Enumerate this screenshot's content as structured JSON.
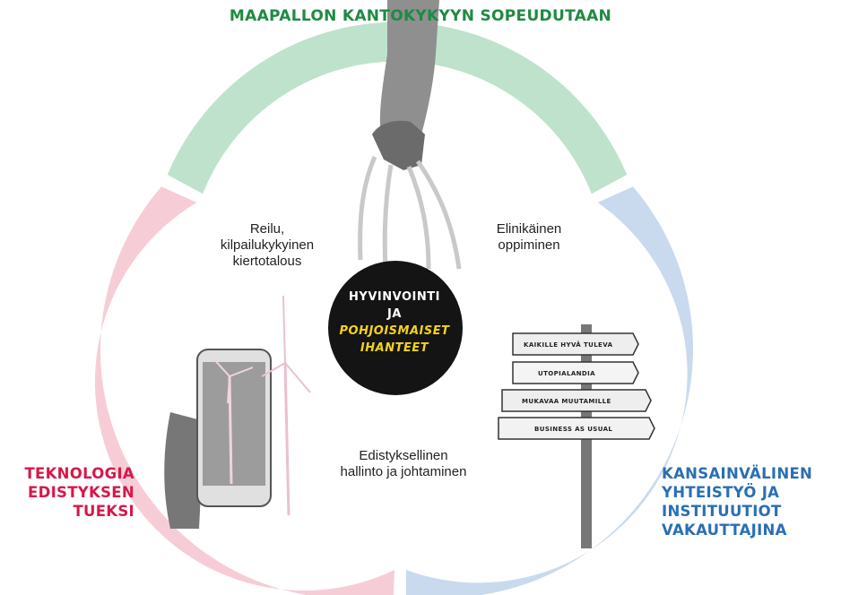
{
  "title_top": "MAAPALLON KANTOKYKYYN SOPEUDUTAAN",
  "title_left": [
    "TEKNOLOGIA",
    "EDISTYKSEN",
    "TUEKSI"
  ],
  "title_right": [
    "KANSAINVÄLINEN",
    "YHTEISTYÖ JA",
    "INSTITUUTIOT",
    "VAKAUTTAJINA"
  ],
  "center": {
    "line1": "HYVINVOINTI",
    "line2": "JA",
    "line3": "POHJOISMAISET",
    "line4": "IHANTEET"
  },
  "inner_labels": {
    "left_top": [
      "Reilu,",
      "kilpailukykyinen",
      "kiertotalous"
    ],
    "right_top": [
      "Elinikäinen",
      "oppiminen"
    ],
    "bottom": [
      "Edistyksellinen",
      "hallinto ja johtaminen"
    ]
  },
  "signposts": [
    "KAIKILLE HYVÄ TULEVA",
    "UTOPIALANDIA",
    "MUKAVAA MUUTAMILLE",
    "BUSINESS AS USUAL"
  ],
  "colors": {
    "green": "#1f8a43",
    "green_ring": "#bfe2cc",
    "pink": "#d6184a",
    "pink_ring": "#f6cdd6",
    "blue": "#2a6fb3",
    "blue_ring": "#c9daee",
    "center_bg": "#141414",
    "center_yellow": "#f5d21a"
  },
  "icons": [
    "hand-holding-bag",
    "phone-with-wind-turbines",
    "signpost"
  ]
}
